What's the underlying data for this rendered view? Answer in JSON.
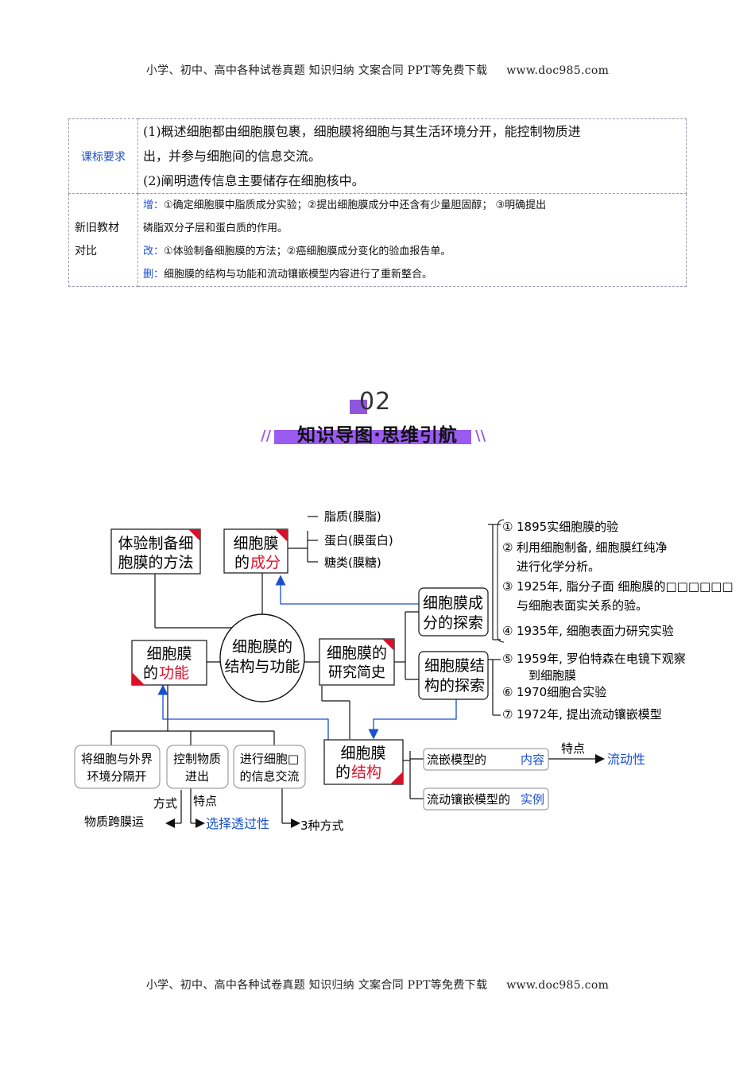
{
  "header": {
    "text": "小学、初中、高中各种试卷真题  知识归纳  文案合同  PPT等免费下载",
    "url": "www.doc985.com"
  },
  "table": {
    "row1": {
      "label": "课标要求",
      "lines": [
        "(1)概述细胞都由细胞膜包裹，细胞膜将细胞与其生活环境分开，能控制物质进",
        "出，并参与细胞间的信息交流。",
        "(2)阐明遗传信息主要储存在细胞核中。"
      ]
    },
    "row2": {
      "label_line1": "新旧教材",
      "label_line2": "对比",
      "add_tag": "增：",
      "add_line1": "①确定细胞膜中脂质成分实验；②提出细胞膜成分中还含有少量胆固醇；    ③明确提出",
      "add_line2": "磷脂双分子层和蛋白质的作用。",
      "change_tag": "改：",
      "change_text": "①体验制备细胞膜的方法；②癌细胞膜成分变化的验血报告单。",
      "delete_tag": "删：",
      "delete_text": "细胞膜的结构与功能和流动镶嵌模型内容进行了重新整合。"
    }
  },
  "section": {
    "number": "02",
    "title": "知识导图·思维引航",
    "slash_left": "//",
    "slash_right": "\\\\"
  },
  "mindmap": {
    "center": [
      "细胞膜的",
      "结构与功能"
    ],
    "prep": [
      "体验制备细",
      "胞膜的方法"
    ],
    "composition": {
      "line1": "细胞膜",
      "line2_black": "的",
      "line2_red": "成分"
    },
    "comp_items": [
      "脂质(膜脂)",
      "蛋白(膜蛋白)",
      "糖类(膜糖)"
    ],
    "function": {
      "line1": "细胞膜",
      "line2_black": "的",
      "line2_red": "功能"
    },
    "history": [
      "细胞膜的",
      "研究简史"
    ],
    "explore_comp": [
      "细胞膜成",
      "分的探索"
    ],
    "explore_struct": [
      "细胞膜结",
      "构的探索"
    ],
    "structure": {
      "line1": "细胞膜",
      "line2_black": "的",
      "line2_red": "结构"
    },
    "history_items": [
      {
        "num": "①",
        "lines": [
          "1895实细胞膜的验"
        ]
      },
      {
        "num": "②",
        "lines": [
          "利用细胞制备, 细胞膜红纯净",
          "进行化学分析。"
        ]
      },
      {
        "num": "③",
        "lines": [
          "1925年, 脂分子面  细胞膜的□□□□□□",
          "与细胞表面实关系的验。"
        ]
      },
      {
        "num": "④",
        "lines": [
          "1935年, 细胞表面力研究实验"
        ]
      },
      {
        "num": "⑤",
        "lines": [
          "1959年, 罗伯特森在电镜下观察",
          "到细胞膜"
        ]
      },
      {
        "num": "⑥",
        "lines": [
          "1970细胞合实验"
        ]
      },
      {
        "num": "⑦",
        "lines": [
          "1972年, 提出流动镶嵌模型"
        ]
      }
    ],
    "functions": [
      [
        "将细胞与外界",
        "环境分隔开"
      ],
      [
        "控制物质",
        "进出"
      ],
      [
        "进行细胞□",
        "的信息交流"
      ]
    ],
    "model_content_black": "流嵌模型的",
    "model_content_blue": "内容",
    "model_example_black": "流动镶嵌模型的",
    "model_example_blue": "实例",
    "feature_label": "特点",
    "feature_value": "流动性",
    "way_label": "方式",
    "way_value": "物质跨膜运",
    "char_label": "特点",
    "char_value": "选择透过性",
    "three_ways": "3种方式"
  },
  "colors": {
    "blue": "#1a4fcf",
    "red": "#e0102a",
    "purple": "#9a5cf0"
  }
}
